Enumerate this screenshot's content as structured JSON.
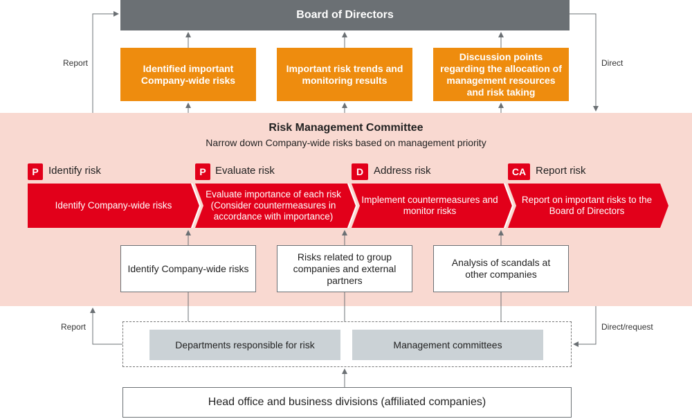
{
  "board": "Board of Directors",
  "inputs_to_board": [
    "Identified important Company-wide risks",
    "Important risk trends and monitoring results",
    "Discussion points regarding the allocation of management resources and risk taking"
  ],
  "side_labels": {
    "report_top": "Report",
    "direct_top": "Direct",
    "report_bottom": "Report",
    "direct_request": "Direct/request"
  },
  "committee": {
    "title": "Risk Management Committee",
    "subtitle": "Narrow down Company-wide risks based on management priority"
  },
  "steps": [
    {
      "badge": "P",
      "label": "Identify risk",
      "text": "Identify Company-wide risks"
    },
    {
      "badge": "P",
      "label": "Evaluate risk",
      "text": "Evaluate importance of each risk (Consider countermeasures in accordance with importance)"
    },
    {
      "badge": "D",
      "label": "Address risk",
      "text": "Implement countermeasures and monitor risks"
    },
    {
      "badge": "CA",
      "label": "Report risk",
      "text": "Report on important risks to the Board of Directors"
    }
  ],
  "sources": [
    "Identify Company-wide risks",
    "Risks related to group companies and external partners",
    "Analysis of scandals at other companies"
  ],
  "units": [
    "Departments responsible for risk",
    "Management committees"
  ],
  "head_office": "Head office and business divisions (affiliated companies)",
  "colors": {
    "board_gray": "#6b7074",
    "orange": "#ee8c0e",
    "red": "#e2001a",
    "pink_bg": "#f9d9d1",
    "light_gray": "#cbd2d6"
  }
}
